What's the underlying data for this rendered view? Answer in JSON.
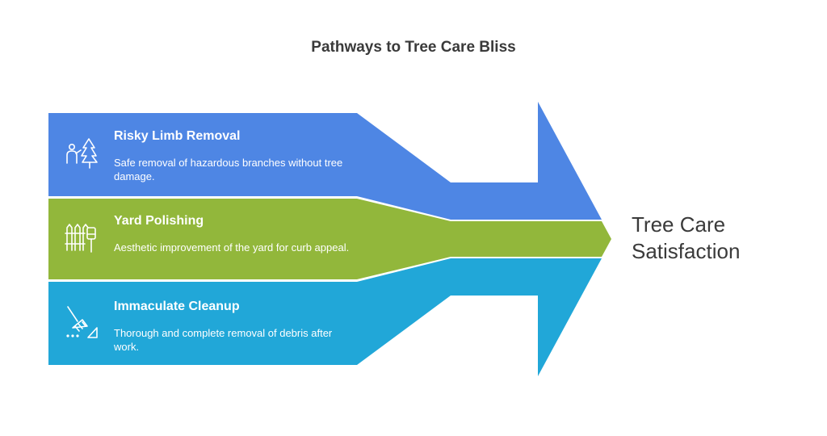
{
  "title": "Pathways to Tree Care Bliss",
  "segments": [
    {
      "title": "Risky Limb Removal",
      "description": "Safe removal of hazardous branches without tree damage.",
      "icon": "arborist-tree-icon",
      "color": "#4e86e4"
    },
    {
      "title": "Yard Polishing",
      "description": "Aesthetic improvement of the yard for curb appeal.",
      "icon": "fence-brush-icon",
      "color": "#92b73b"
    },
    {
      "title": "Immaculate Cleanup",
      "description": "Thorough and complete removal of debris after work.",
      "icon": "rake-broom-icon",
      "color": "#21a7d8"
    }
  ],
  "outcome": "Tree Care Satisfaction"
}
